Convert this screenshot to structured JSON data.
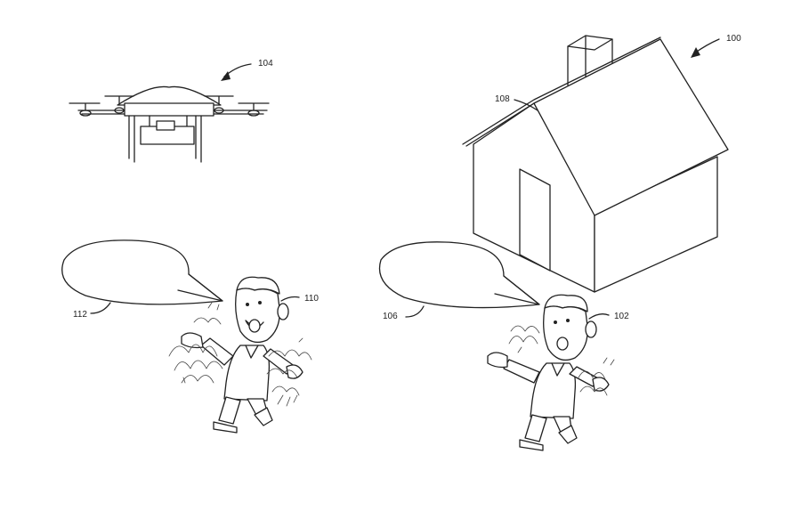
{
  "labels": {
    "house_system": "100",
    "person_right": "102",
    "drone": "104",
    "speech_right": "106",
    "roof": "108",
    "person_left": "110",
    "speech_left": "112"
  }
}
